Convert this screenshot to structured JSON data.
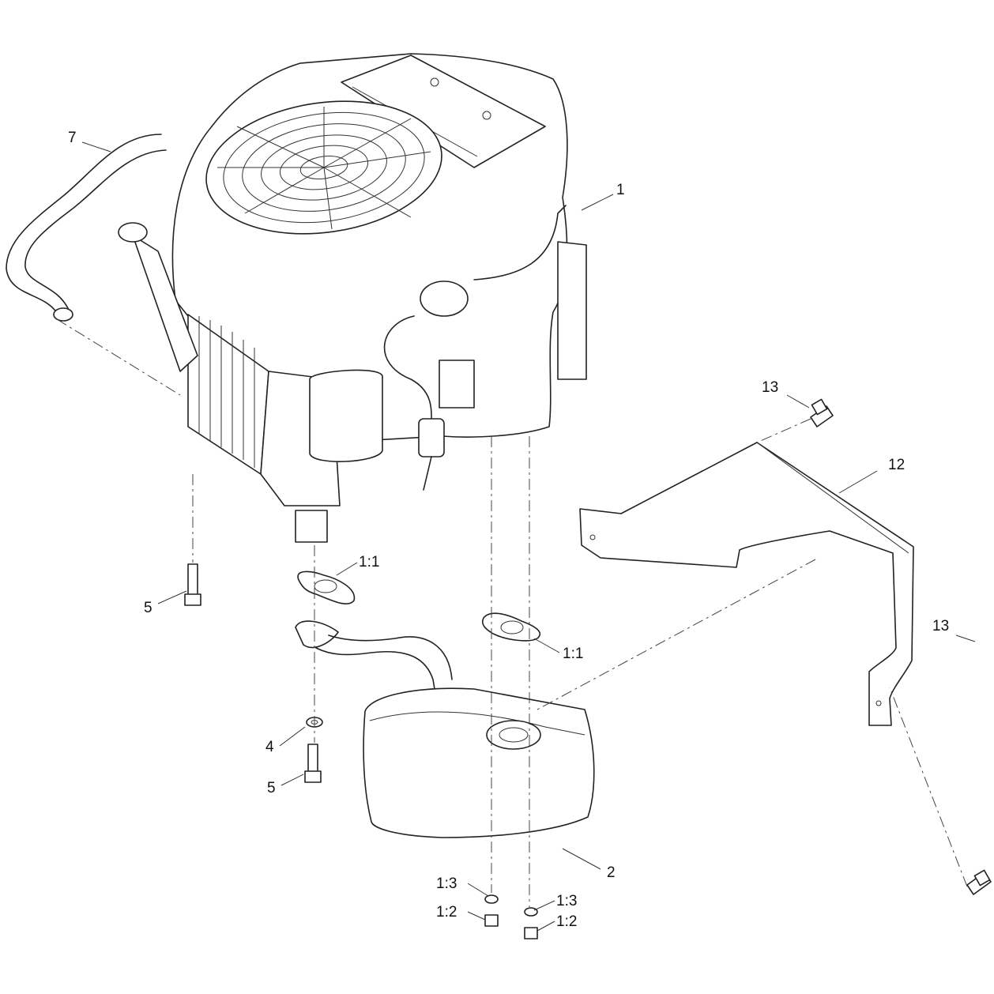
{
  "callouts": {
    "c1": "1",
    "c2": "2",
    "c4": "4",
    "c5a": "5",
    "c5b": "5",
    "c7": "7",
    "c12": "12",
    "c13a": "13",
    "c13b": "13",
    "c11a": "1:1",
    "c11b": "1:1",
    "c13l": "1:3",
    "c13r": "1:3",
    "c12l": "1:2",
    "c12r": "1:2"
  }
}
